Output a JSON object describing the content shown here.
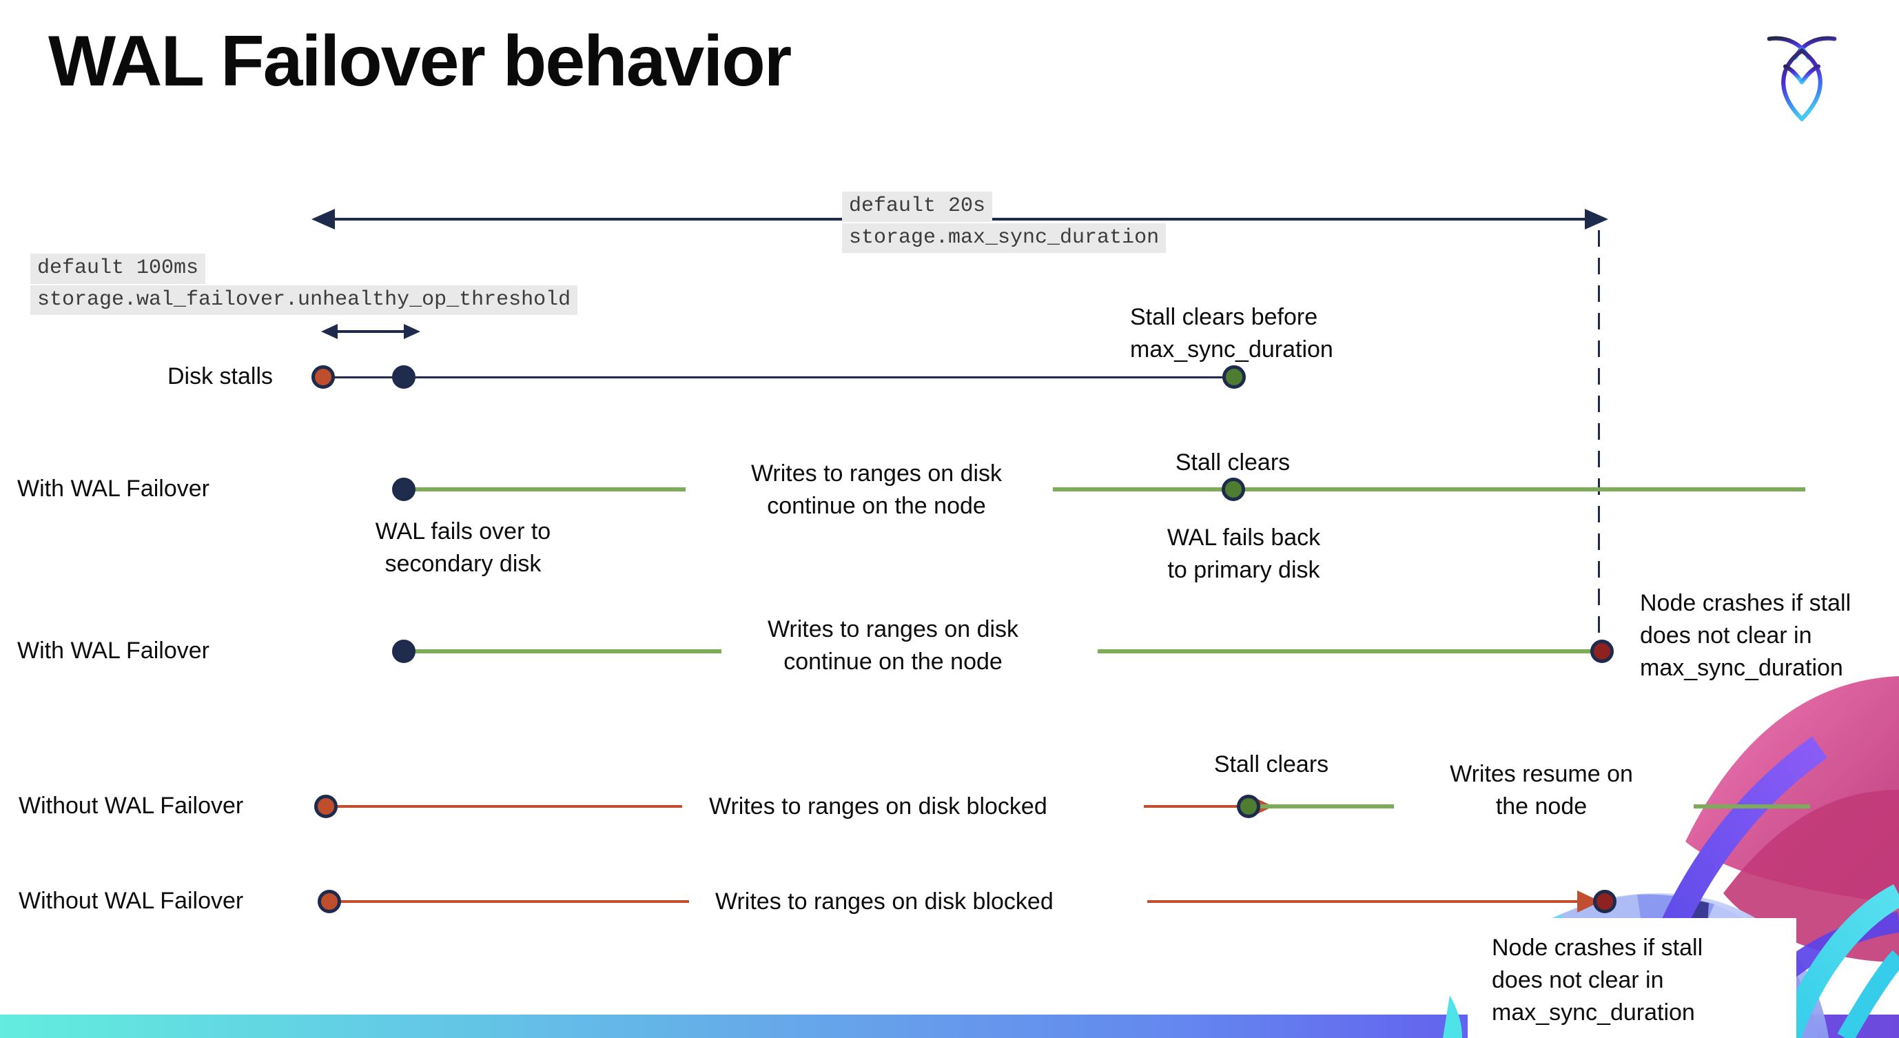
{
  "title": "WAL Failover behavior",
  "branding": {
    "logo": "cockroach-logo"
  },
  "config_labels": {
    "max_sync": {
      "default_value": "default 20s",
      "setting": "storage.max_sync_duration"
    },
    "unhealthy_op": {
      "default_value": "default 100ms",
      "setting": "storage.wal_failover.unhealthy_op_threshold"
    }
  },
  "diagram": {
    "disk_stalls": {
      "label": "Disk stalls",
      "stall_clears_before": "Stall clears before\nmax_sync_duration"
    },
    "with_wal_failover_1": {
      "label": "With WAL Failover",
      "wal_fails_over": "WAL fails over to\nsecondary disk",
      "writes_continue": "Writes to ranges on disk\ncontinue on the node",
      "stall_clears": "Stall clears",
      "wal_fails_back": "WAL fails  back\nto primary disk"
    },
    "with_wal_failover_2": {
      "label": "With WAL Failover",
      "writes_continue": "Writes to ranges on disk\ncontinue on the node",
      "node_crashes": "Node crashes if stall\ndoes not clear in\nmax_sync_duration"
    },
    "without_wal_failover_1": {
      "label": "Without WAL Failover",
      "writes_blocked": "Writes to ranges on disk  blocked",
      "stall_clears": "Stall clears",
      "writes_resume": "Writes resume on\nthe node"
    },
    "without_wal_failover_2": {
      "label": "Without WAL Failover",
      "writes_blocked": "Writes to ranges on disk  blocked",
      "node_crashes": "Node crashes if stall\ndoes not clear in\nmax_sync_duration"
    }
  },
  "colors": {
    "navy": "#1f2b4d",
    "green_line": "#7dac58",
    "green_dot": "#4e7d31",
    "rust": "#bf4e2d",
    "maroon": "#8e2220",
    "red_line": "#c14e31",
    "label_bg": "#e9e9e9",
    "bar_gradient": [
      "#62eddd",
      "#6487ef",
      "#6e49dd"
    ]
  }
}
